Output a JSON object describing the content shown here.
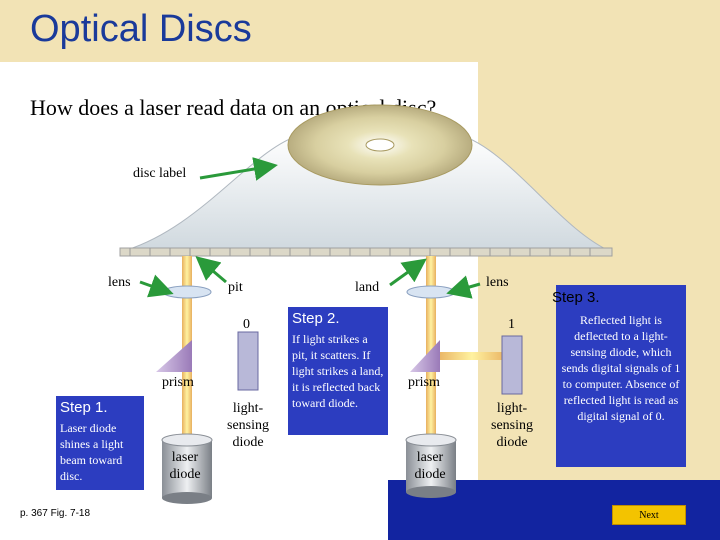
{
  "title": "Optical Discs",
  "subtitle": "How does a laser read data on an optical disc?",
  "labels": {
    "disc_label": "disc label",
    "lens_left": "lens",
    "lens_right": "lens",
    "pit": "pit",
    "land": "land",
    "zero": "0",
    "one": "1",
    "prism_left": "prism",
    "prism_right": "prism",
    "laser_diode_left": "laser diode",
    "laser_diode_right": "laser diode",
    "light_sensing_left": "light-sensing diode",
    "light_sensing_right": "light-sensing diode"
  },
  "steps": [
    {
      "heading": "Step 1.",
      "text": "Laser diode shines a light beam toward disc."
    },
    {
      "heading": "Step 2.",
      "text": "If light strikes a pit, it scatters. If light strikes a land, it is reflected back toward diode."
    },
    {
      "heading": "Step 3.",
      "text": "Reflected light is deflected to a light-sensing diode, which sends digital signals of 1 to computer. Absence of reflected light is read as digital signal of 0."
    }
  ],
  "citation": "p. 367 Fig. 7-18",
  "next_label": "Next",
  "colors": {
    "title": "#1a3a9a",
    "panel": "#f2e3b5",
    "step_box": "#2c3dc0",
    "band": "#1224a0",
    "arrow": "#2a9a3a",
    "next": "#f3c300"
  }
}
